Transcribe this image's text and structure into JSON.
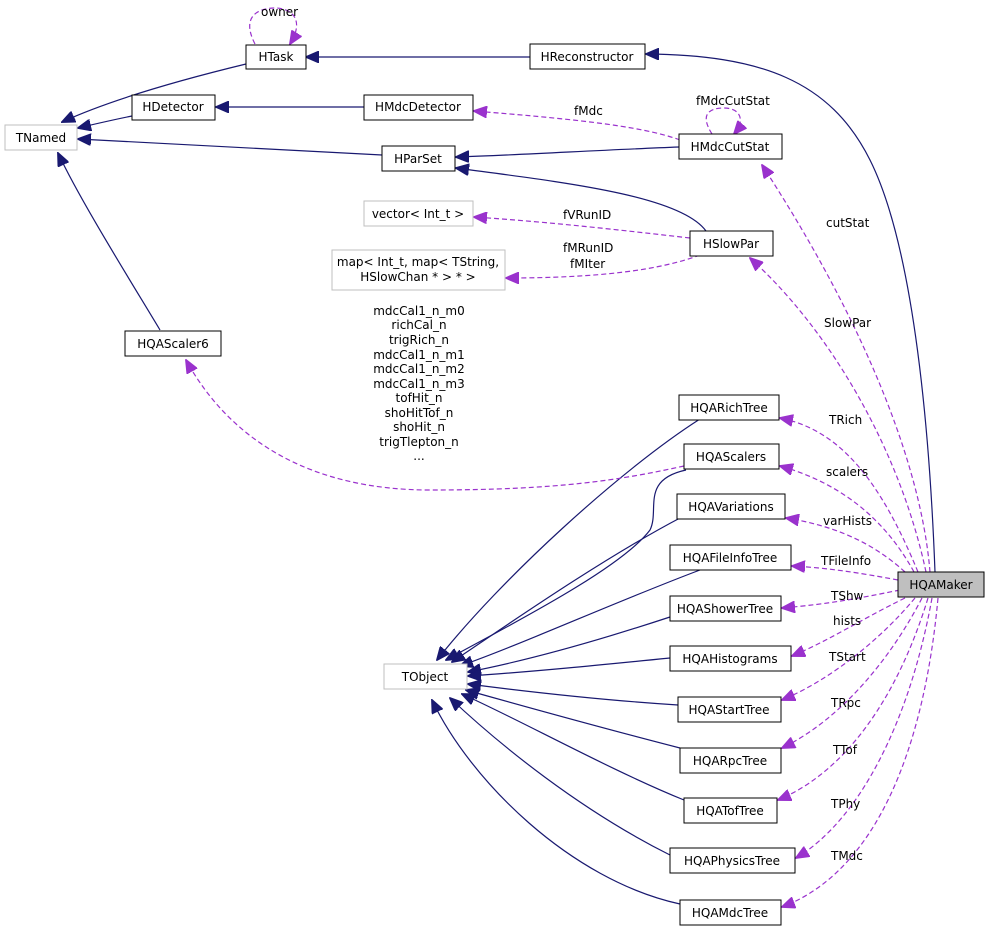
{
  "colors": {
    "inheritance": "#191970",
    "usage": "#9a32cd",
    "external_border": "#bfbfbf",
    "selected_fill": "#bfbfbf"
  },
  "nodes": {
    "htask": "HTask",
    "hreconstructor": "HReconstructor",
    "hdetector": "HDetector",
    "hmdcdetector": "HMdcDetector",
    "tnamed": "TNamed",
    "hparset": "HParSet",
    "hmdccutstat": "HMdcCutStat",
    "vector": "vector< Int_t >",
    "hslowpar": "HSlowPar",
    "map_line1": "map< Int_t, map< TString,",
    "map_line2": "HSlowChan * > * >",
    "hqascaler6": "HQAScaler6",
    "hqarichtree": "HQARichTree",
    "hqascalers": "HQAScalers",
    "hqavariations": "HQAVariations",
    "hqafileinfotree": "HQAFileInfoTree",
    "hqashowertree": "HQAShowerTree",
    "hqahistograms": "HQAHistograms",
    "tobject": "TObject",
    "hqastarttree": "HQAStartTree",
    "hqarpctree": "HQARpcTree",
    "hqaToftree": "HQATofTree",
    "hqaphysicstree": "HQAPhysicsTree",
    "hqamdctree": "HQAMdcTree",
    "hqamaker": "HQAMaker"
  },
  "edge_labels": {
    "owner": "owner",
    "fMdcCutStat": "fMdcCutStat",
    "fMdc": "fMdc",
    "fVRunID": "fVRunID",
    "fMRunID": "fMRunID",
    "fMIter": "fMIter",
    "cutStat": "cutStat",
    "SlowPar": "SlowPar",
    "TRich": "TRich",
    "scalers": "scalers",
    "varHists": "varHists",
    "TFileInfo": "TFileInfo",
    "TShw": "TShw",
    "hists": "hists",
    "TStart": "TStart",
    "TRpc": "TRpc",
    "TTof": "TTof",
    "TPhy": "TPhy",
    "TMdc": "TMdc"
  },
  "scaler_labels": [
    "mdcCal1_n_m0",
    "richCal_n",
    "trigRich_n",
    "mdcCal1_n_m1",
    "mdcCal1_n_m2",
    "mdcCal1_n_m3",
    "tofHit_n",
    "shoHitTof_n",
    "shoHit_n",
    "trigTlepton_n",
    "..."
  ]
}
